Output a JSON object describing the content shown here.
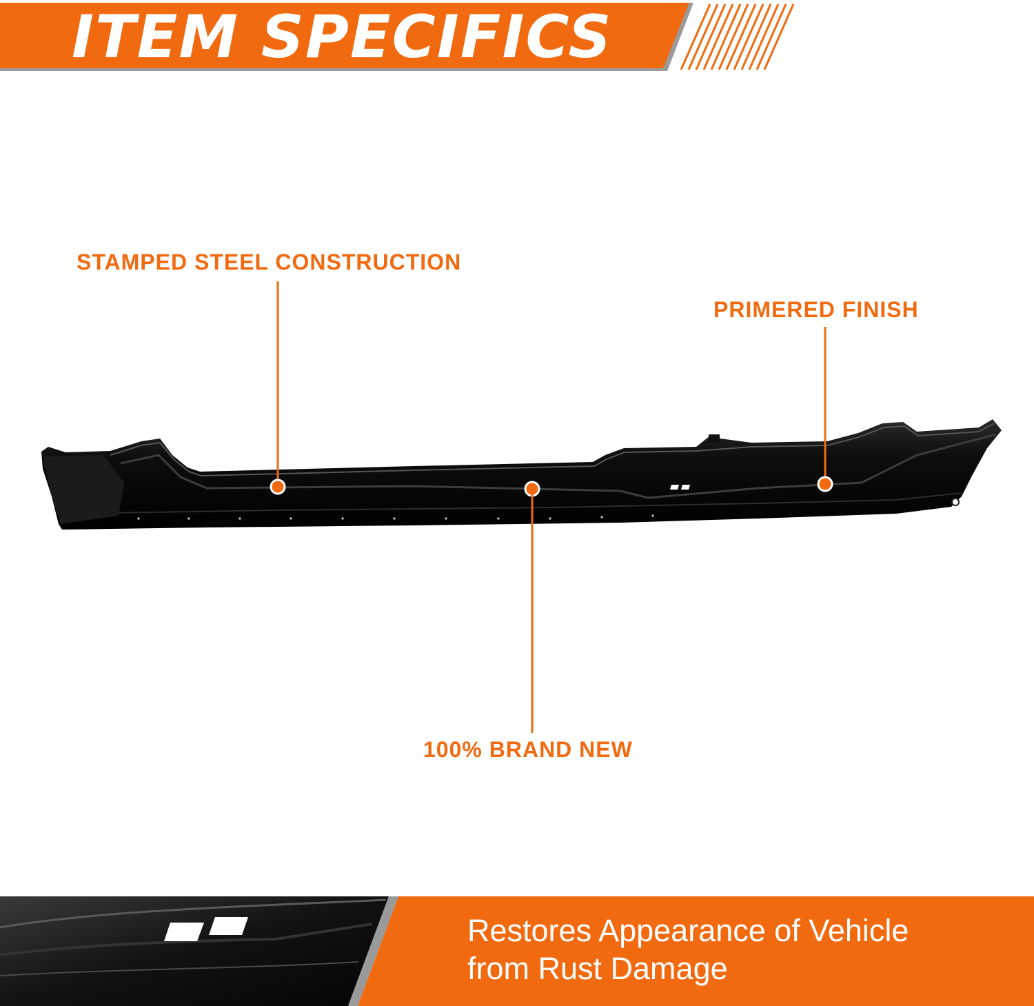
{
  "header": {
    "title": "ITEM SPECIFICS"
  },
  "callouts": {
    "stamped_steel": "STAMPED STEEL CONSTRUCTION",
    "primered_finish": "PRIMERED FINISH",
    "brand_new": "100% BRAND NEW"
  },
  "banner": {
    "line1": "Restores Appearance of Vehicle",
    "line2": "from Rust Damage"
  },
  "colors": {
    "accent": "#F26A0F",
    "panel_black": "#0B0B0B",
    "text_white": "#FFFFFF",
    "divider_grey": "#9A9A9A"
  },
  "icons": {
    "product": "rocker-panel-image",
    "stripes": "diagonal-stripes-decoration",
    "marker": "callout-dot-icon"
  }
}
